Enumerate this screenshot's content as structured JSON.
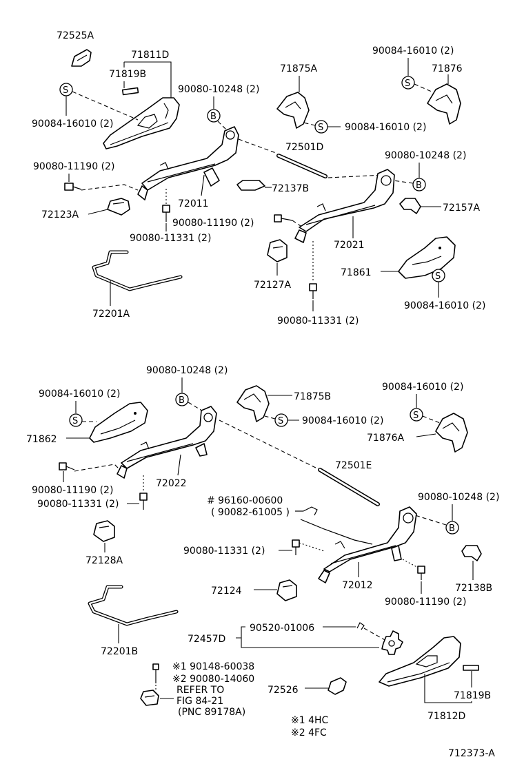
{
  "labels": {
    "p72525A": "72525A",
    "p71811D": "71811D",
    "p71819B_top": "71819B",
    "p90084_1": "90084-16010 (2)",
    "p90080_11190_a": "90080-11190 (2)",
    "p72123A": "72123A",
    "p90080_10248_a": "90080-10248 (2)",
    "p72011": "72011",
    "p90080_11331_a": "90080-11331 (2)",
    "p72201A": "72201A",
    "p71875A": "71875A",
    "p90084_2": "90084-16010 (2)",
    "p72501D": "72501D",
    "p72137B": "72137B",
    "p90080_11190_b": "90080-11190 (2)",
    "p72127A": "72127A",
    "p90080_11331_b": "90080-11331 (2)",
    "p72021": "72021",
    "p90084_3": "90084-16010 (2)",
    "p71876": "71876",
    "p90080_10248_b": "90080-10248 (2)",
    "p72157A": "72157A",
    "p71861": "71861",
    "p90084_4": "90084-16010 (2)",
    "p90080_10248_c": "90080-10248 (2)",
    "p90084_5": "90084-16010 (2)",
    "p71862": "71862",
    "p72022": "72022",
    "p90080_11190_c": "90080-11190 (2)",
    "p90080_11331_c": "90080-11331 (2)",
    "p72128A": "72128A",
    "p72201B": "72201B",
    "p71875B": "71875B",
    "p90084_6": "90084-16010 (2)",
    "p90084_7": "90084-16010 (2)",
    "p71876A": "71876A",
    "p72501E": "72501E",
    "p96160": "# 96160-00600",
    "p90082": "( 90082-61005 )",
    "p90080_10248_d": "90080-10248 (2)",
    "p90080_11331_d": "90080-11331 (2)",
    "p72012": "72012",
    "p72138B": "72138B",
    "p90080_11190_d": "90080-11190 (2)",
    "p72124": "72124",
    "p72457D": "72457D",
    "p90520": "90520-01006",
    "p90148": "※1 90148-60038",
    "p90080_14060": "※2 90080-14060",
    "refer1": "REFER TO",
    "refer2": "FIG 84-21",
    "refer3": "(PNC 89178A)",
    "p72526": "72526",
    "p71819B_bot": "71819B",
    "p71812D": "71812D",
    "note1": "※1  4HC",
    "note2": "※2  4FC",
    "figure_no": "712373-A"
  },
  "callout_letters": {
    "S": "S",
    "B": "B"
  }
}
